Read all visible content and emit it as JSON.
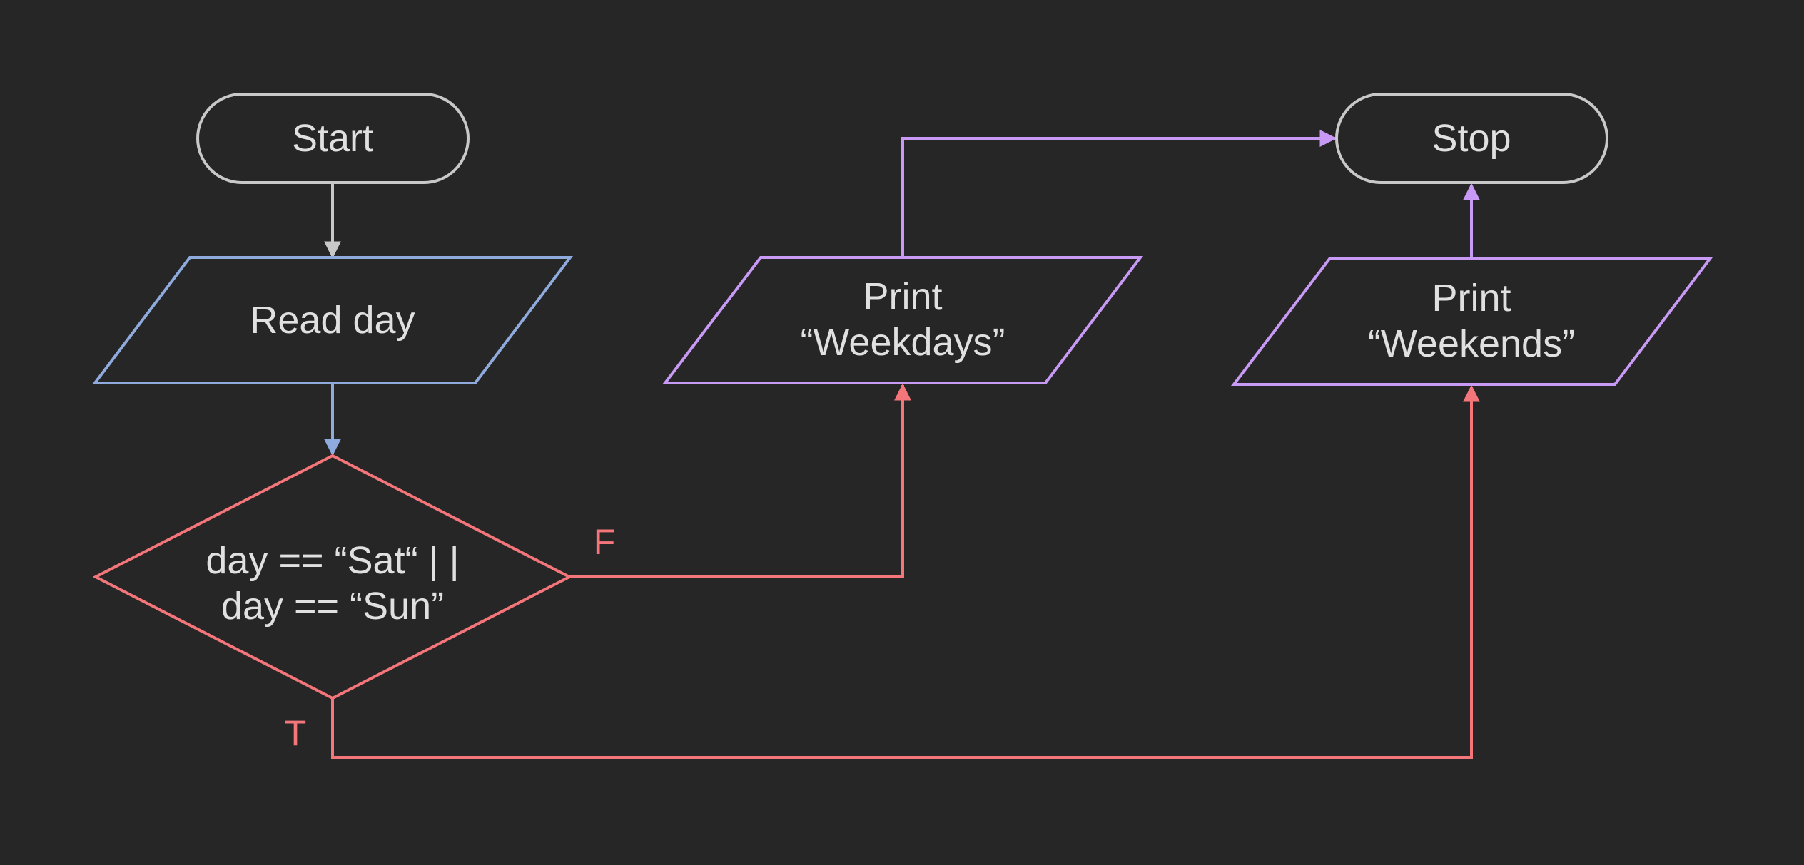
{
  "colors": {
    "background": "#262626",
    "text": "#e0e0e0",
    "terminal": "#c8c8c8",
    "input": "#8faadc",
    "decision": "#f4757a",
    "output": "#c89af5"
  },
  "nodes": {
    "start": {
      "label": "Start"
    },
    "read": {
      "label": "Read day"
    },
    "decision": {
      "line1": "day == “Sat“ | |",
      "line2": "day == “Sun”"
    },
    "weekdays": {
      "line1": "Print",
      "line2": "“Weekdays”"
    },
    "weekends": {
      "line1": "Print",
      "line2": "“Weekends”"
    },
    "stop": {
      "label": "Stop"
    }
  },
  "edges": {
    "false_label": "F",
    "true_label": "T"
  }
}
